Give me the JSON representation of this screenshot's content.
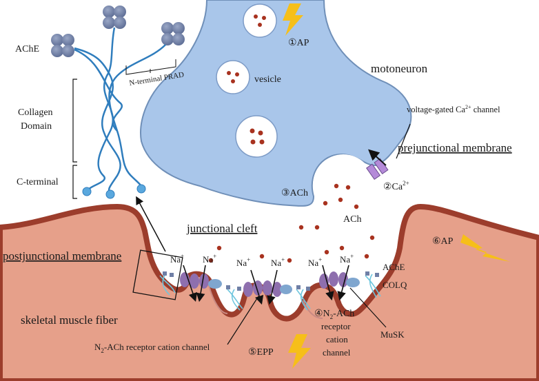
{
  "labels": {
    "ache": "AChE",
    "n_terminal_prad": "N-terminal PRAD",
    "collagen_domain_line1": "Collagen",
    "collagen_domain_line2": "Domain",
    "c_terminal": "C-terminal",
    "ap1": "①AP",
    "vesicle": "vesicle",
    "motoneuron": "motoneuron",
    "ca_channel_base": "voltage-gated Ca",
    "ca_channel_sup": "2+",
    "ca_channel_tail": " channel",
    "prejunctional_membrane": "prejunctional membrane",
    "ach3": "③ACh",
    "ca2": "②Ca",
    "ca2_sup": "2+",
    "ach": "ACh",
    "junctional_cleft": "junctional cleft",
    "postjunctional_membrane": "postjunctional membrane",
    "na": "Na",
    "na_sup": "+",
    "ap6": "⑥AP",
    "ache_right": "AChE",
    "colq": "COLQ",
    "skeletal_muscle_fiber": "skeletal muscle fiber",
    "n2ach4_line1": "④N",
    "n2ach4_sub": "2",
    "n2ach4_line1_tail": "-ACh",
    "receptor": "receptor",
    "cation": "cation",
    "channel": "channel",
    "musk": "MuSK",
    "n2_receptor_prefix": "N",
    "n2_receptor_sub": "2",
    "n2_receptor_tail": "-ACh receptor cation channel",
    "epp": "⑤EPP"
  },
  "colors": {
    "neuron_fill": "#a9c6ea",
    "neuron_stroke": "#6f8fb8",
    "muscle_fill": "#e6a08a",
    "muscle_stroke": "#9c3d2c",
    "vesicle_dot": "#a8321f",
    "ache_blob": "#6f7fa6",
    "collagen_strand": "#2f7dbd",
    "bolt": "#f6bf19",
    "receptor_purple": "#8e6fae",
    "musk_blue": "#7fa6cf",
    "text": "#1a1a1a"
  },
  "icons": [
    "lightning-bolt-icon",
    "ca-channel-icon",
    "ache-tetramer-icon",
    "arrow-icon"
  ]
}
